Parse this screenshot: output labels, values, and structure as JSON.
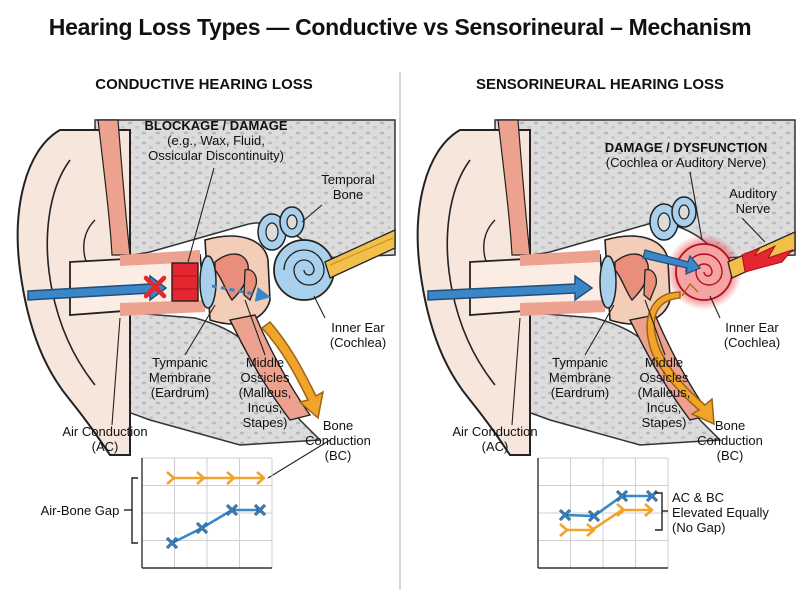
{
  "title": "Hearing Loss Types — Conductive vs Sensorineural – Mechanism",
  "colors": {
    "air_arrow": "#3b86c6",
    "bone_arrow": "#f0a52a",
    "blockage": "#e3262f",
    "skin": "#f1d6c6",
    "canal": "#eda28f",
    "cochlea": "#a9d0ec",
    "nerve": "#f2c04a"
  },
  "conductive": {
    "heading": "CONDUCTIVE HEARING LOSS",
    "blockage_title": "BLOCKAGE / DAMAGE",
    "blockage_sub1": "(e.g., Wax, Fluid,",
    "blockage_sub2": "Ossicular Discontinuity)",
    "temporal_1": "Temporal",
    "temporal_2": "Bone",
    "inner_1": "Inner Ear",
    "inner_2": "(Cochlea)",
    "tympanic_1": "Tympanic",
    "tympanic_2": "Membrane",
    "tympanic_3": "(Eardrum)",
    "ossicles_1": "Middle",
    "ossicles_2": "Ossicles",
    "ossicles_3": "(Malleus,",
    "ossicles_4": "Incus,",
    "ossicles_5": "Stapes)",
    "ac_1": "Air Conduction",
    "ac_2": "(AC)",
    "bc_1": "Bone",
    "bc_2": "Conduction",
    "bc_3": "(BC)",
    "gap_label": "Air-Bone Gap"
  },
  "sensorineural": {
    "heading": "SENSORINEURAL HEARING LOSS",
    "damage_title": "DAMAGE / DYSFUNCTION",
    "damage_sub": "(Cochlea or Auditory Nerve)",
    "nerve_1": "Auditory",
    "nerve_2": "Nerve",
    "inner_1": "Inner Ear",
    "inner_2": "(Cochlea)",
    "tympanic_1": "Tympanic",
    "tympanic_2": "Membrane",
    "tympanic_3": "(Eardrum)",
    "ossicles_1": "Middle",
    "ossicles_2": "Ossicles",
    "ossicles_3": "(Malleus,",
    "ossicles_4": "Incus,",
    "ossicles_5": "Stapes)",
    "ac_1": "Air Conduction",
    "ac_2": "(AC)",
    "bc_1": "Bone",
    "bc_2": "Conduction",
    "bc_3": "(BC)",
    "equal_1": "AC & BC",
    "equal_2": "Elevated Equally",
    "equal_3": "(No Gap)"
  }
}
